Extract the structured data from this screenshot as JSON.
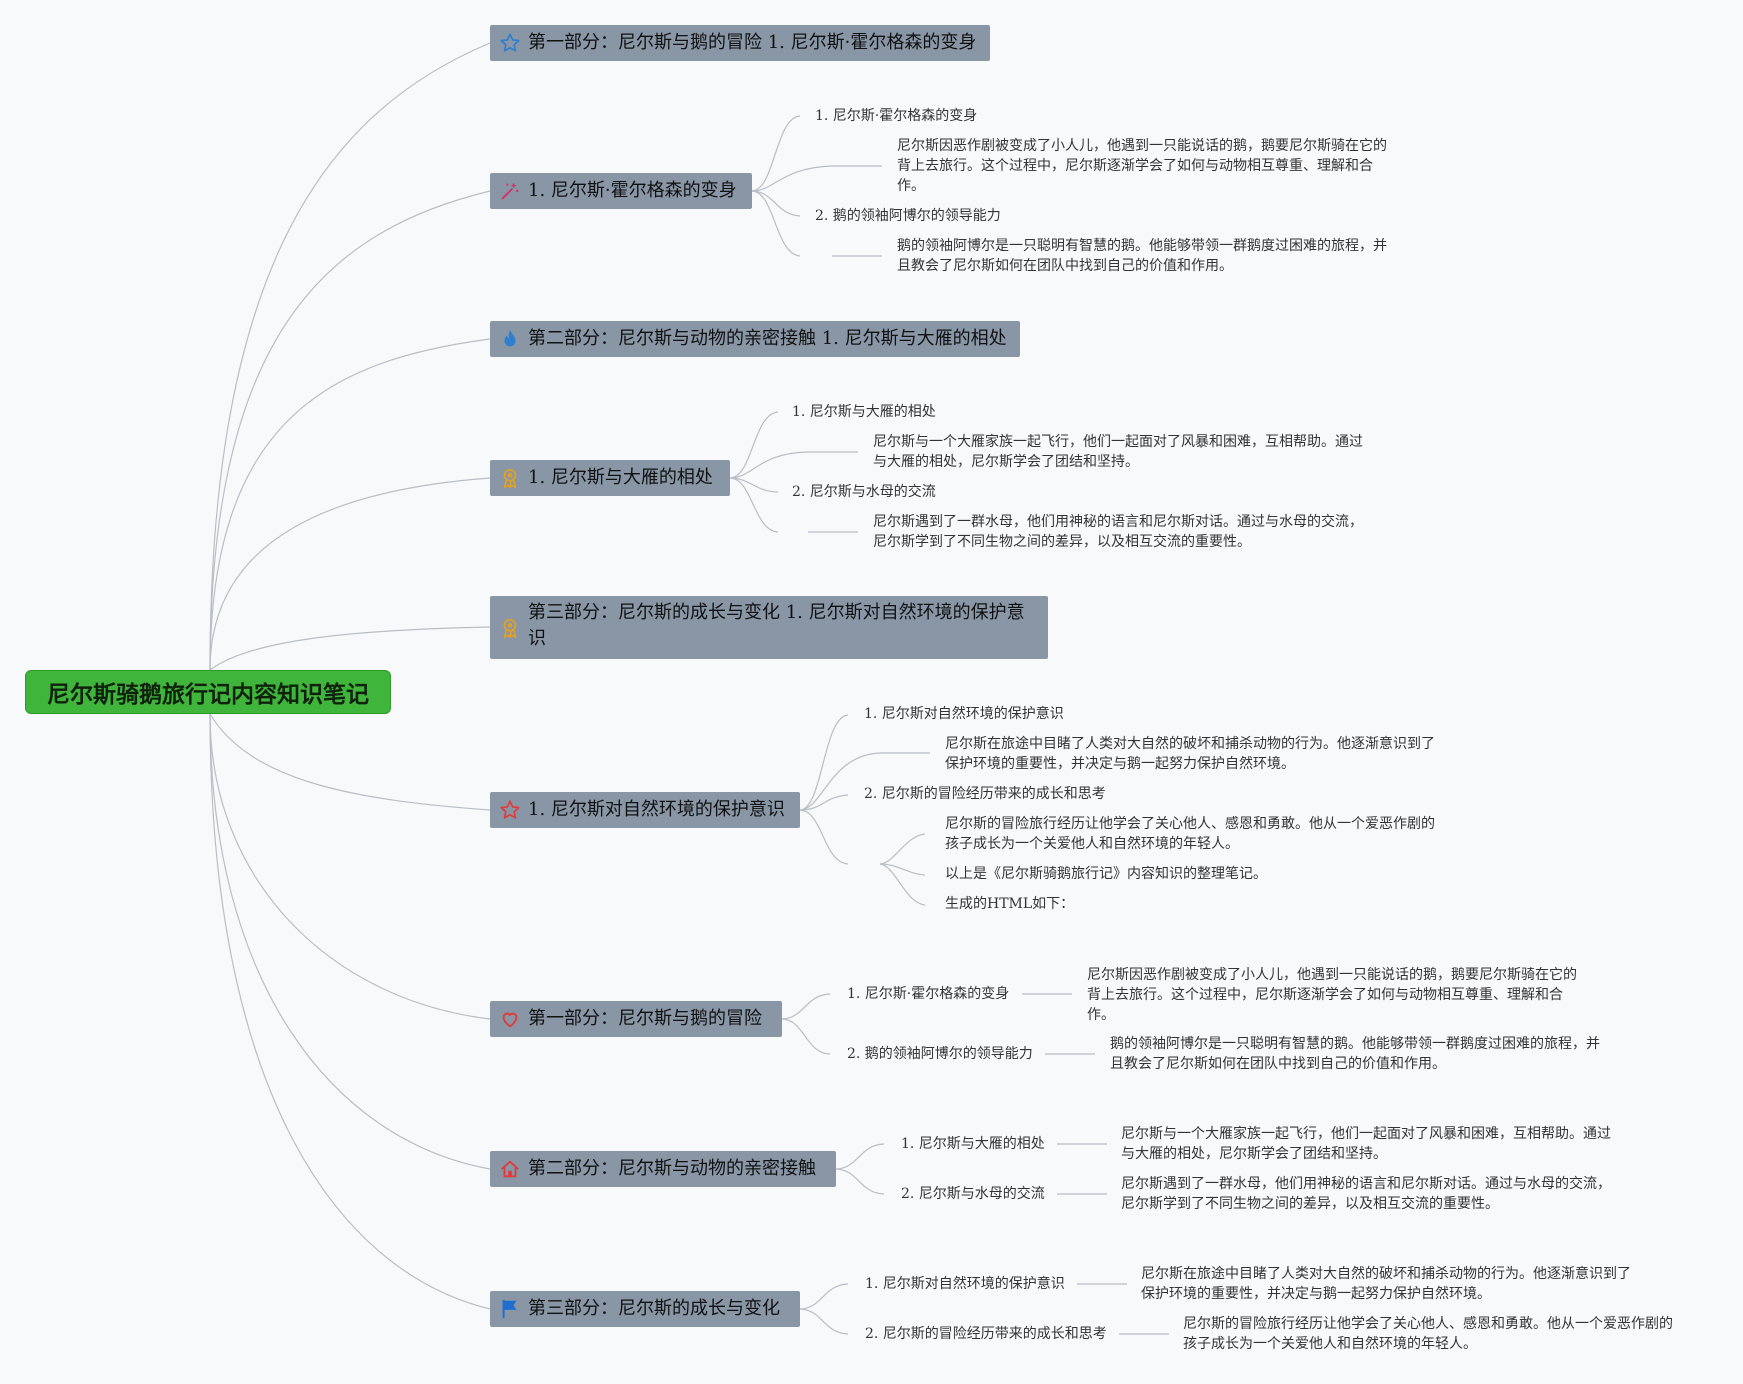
{
  "root": {
    "title": "尼尔斯骑鹅旅行记内容知识笔记"
  },
  "branches": {
    "b1": {
      "label": "第一部分：尼尔斯与鹅的冒险 1. 尼尔斯·霍尔格森的变身",
      "icon": "star-outline-icon"
    },
    "b2": {
      "label": "1. 尼尔斯·霍尔格森的变身",
      "icon": "magic-wand-icon"
    },
    "b3": {
      "label": "第二部分：尼尔斯与动物的亲密接触 1. 尼尔斯与大雁的相处",
      "icon": "flame-icon"
    },
    "b4": {
      "label": "1. 尼尔斯与大雁的相处",
      "icon": "award-ribbon-icon"
    },
    "b5": {
      "label": "第三部分：尼尔斯的成长与变化 1. 尼尔斯对自然环境的保护意识",
      "icon": "award-ribbon-icon"
    },
    "b6": {
      "label": "1. 尼尔斯对自然环境的保护意识",
      "icon": "star-outline-icon"
    },
    "b7": {
      "label": "第一部分：尼尔斯与鹅的冒险",
      "icon": "heart-icon"
    },
    "b8": {
      "label": "第二部分：尼尔斯与动物的亲密接触",
      "icon": "house-icon"
    },
    "b9": {
      "label": "第三部分：尼尔斯的成长与变化",
      "icon": "flag-icon"
    }
  },
  "texts": {
    "transform_title": "1. 尼尔斯·霍尔格森的变身",
    "transform_desc": "尼尔斯因恶作剧被变成了小人儿，他遇到一只能说话的鹅，鹅要尼尔斯骑在它的背上去旅行。这个过程中，尼尔斯逐渐学会了如何与动物相互尊重、理解和合作。",
    "leader_title": "2. 鹅的领袖阿博尔的领导能力",
    "leader_desc": "鹅的领袖阿博尔是一只聪明有智慧的鹅。他能够带领一群鹅度过困难的旅程，并且教会了尼尔斯如何在团队中找到自己的价值和作用。",
    "geese_title": "1. 尼尔斯与大雁的相处",
    "geese_desc": "尼尔斯与一个大雁家族一起飞行，他们一起面对了风暴和困难，互相帮助。通过与大雁的相处，尼尔斯学会了团结和坚持。",
    "jelly_title": "2. 尼尔斯与水母的交流",
    "jelly_desc": "尼尔斯遇到了一群水母，他们用神秘的语言和尼尔斯对话。通过与水母的交流，尼尔斯学到了不同生物之间的差异，以及相互交流的重要性。",
    "env_title": "1. 尼尔斯对自然环境的保护意识",
    "env_desc": "尼尔斯在旅途中目睹了人类对大自然的破坏和捕杀动物的行为。他逐渐意识到了保护环境的重要性，并决定与鹅一起努力保护自然环境。",
    "growth_title": "2. 尼尔斯的冒险经历带来的成长和思考",
    "growth_desc": "尼尔斯的冒险旅行经历让他学会了关心他人、感恩和勇敢。他从一个爱恶作剧的孩子成长为一个关爱他人和自然环境的年轻人。",
    "summary": "以上是《尼尔斯骑鹅旅行记》内容知识的整理笔记。",
    "html_note": "生成的HTML如下："
  },
  "colors": {
    "root_fill": "#3fb53b",
    "branch_fill": "#8896a6",
    "connector": "#b9bec6",
    "background": "#f8f9fb"
  }
}
